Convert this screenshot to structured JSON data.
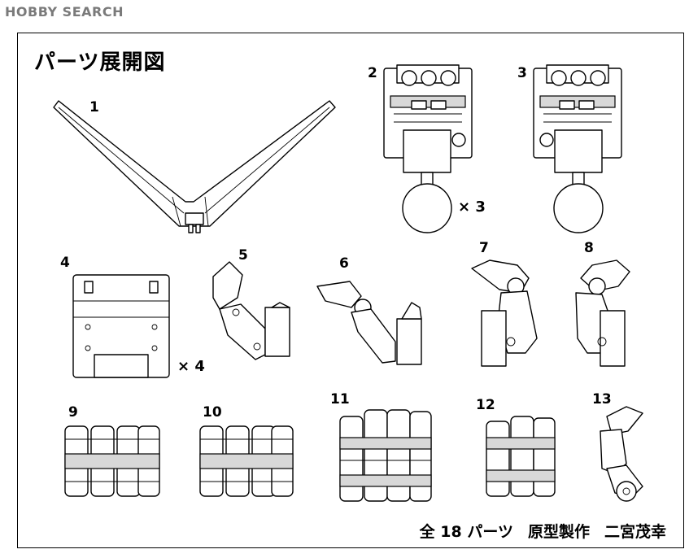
{
  "header": {
    "logo_text": "HOBBY SEARCH"
  },
  "sheet": {
    "title": "パーツ展開図",
    "parts": [
      {
        "number": "1"
      },
      {
        "number": "2",
        "multiplier": "× 3"
      },
      {
        "number": "3"
      },
      {
        "number": "4",
        "multiplier": "× 4"
      },
      {
        "number": "5"
      },
      {
        "number": "6"
      },
      {
        "number": "7"
      },
      {
        "number": "8"
      },
      {
        "number": "9"
      },
      {
        "number": "10"
      },
      {
        "number": "11"
      },
      {
        "number": "12"
      },
      {
        "number": "13"
      }
    ],
    "footer": {
      "total": "全 18 パーツ",
      "credit_label": "原型製作",
      "sculptor": "二宮茂幸"
    }
  }
}
